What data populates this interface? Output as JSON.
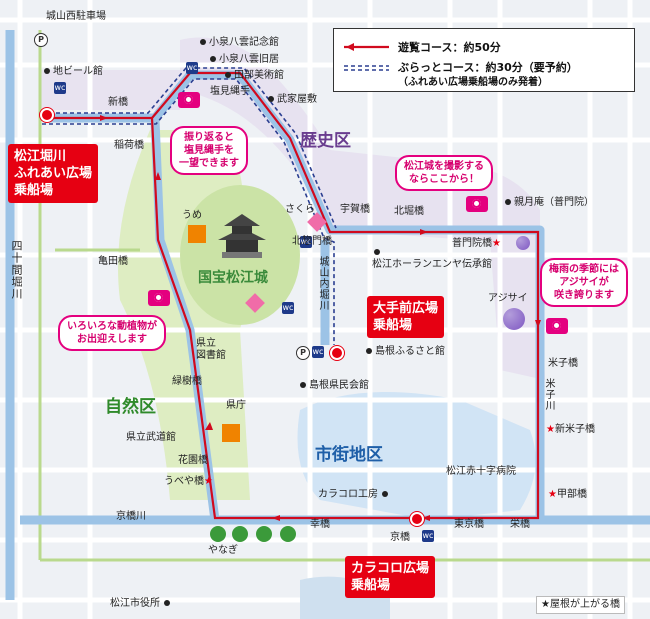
{
  "legend": {
    "route_course": "遊覧コース：約50分",
    "burarri_course": "ぶらっとコース：約30分（要予約）",
    "burarri_note": "（ふれあい広場乗船場のみ発着）"
  },
  "districts": {
    "history": "歴史区",
    "nature": "自然区",
    "city": "市街地区"
  },
  "castle": "国宝松江城",
  "piers": {
    "horikawa": "松江堀川\nふれあい広場\n乗船場",
    "otemae": "大手前広場\n乗船場",
    "karakoro": "カラコロ広場\n乗船場"
  },
  "bubbles": {
    "shiomi": "振り返ると\n塩見縄手を\n一望できます",
    "photo": "松江城を撮影する\nならここから！",
    "ajisai": "梅雨の季節には\nアジサイが\n咲き誇ります",
    "animals": "いろいろな動植物が\nお出迎えします"
  },
  "labels": {
    "parking_west": "城山西駐車場",
    "beer": "地ビール館",
    "koizumi_memorial": "小泉八雲記念館",
    "koizumi_house": "小泉八雲旧居",
    "tanabe": "田部美術館",
    "shiomi_nawate": "塩見縄手",
    "buke": "武家屋敷",
    "shinbashi": "新橋",
    "inari": "稲荷橋",
    "ume": "うめ",
    "sakura": "さくら",
    "utsuga": "宇賀橋",
    "kitata": "北堀橋",
    "shinmeian": "親月庵（普門院）",
    "kitaso": "北惣門橋",
    "fumonin": "普門院橋",
    "horan": "松江ホーランエンヤ伝承館",
    "kamenota": "亀田橋",
    "shiroyama": "城山内堀川",
    "ajisai_lbl": "アジサイ",
    "yonago": "米子橋",
    "yonago_river": "米子川",
    "library": "県立\n図書館",
    "furusato": "島根ふるさと館",
    "kenmin": "島根県民会館",
    "ryokuchi": "緑樹橋",
    "kencho": "県庁",
    "shinyonago": "新米子橋",
    "budokan": "県立武道館",
    "hanazono": "花園橋",
    "red_cross": "松江赤十字病院",
    "uberya": "うべや橋",
    "karakoro_kobo": "カラコロ工房",
    "kokou": "甲部橋",
    "kyobashi_river": "京橋川",
    "saiwai": "幸橋",
    "higashi_kyo": "東京橋",
    "suehiro": "栄橋",
    "kyobashi": "京橋",
    "yanagi": "やなぎ",
    "city_hall": "松江市役所",
    "yonjukken": "四十間堀川",
    "roof_note": "★屋根が上がる橋"
  },
  "colors": {
    "route": "#d10a1e",
    "burarri": "#2b3f91",
    "history_area": "#e7dff0",
    "nature_area": "#dcecbf",
    "city_area": "#c9e2f5",
    "road": "#ffffff",
    "water": "#cfe0ef",
    "accent_pink": "#e4007f"
  }
}
